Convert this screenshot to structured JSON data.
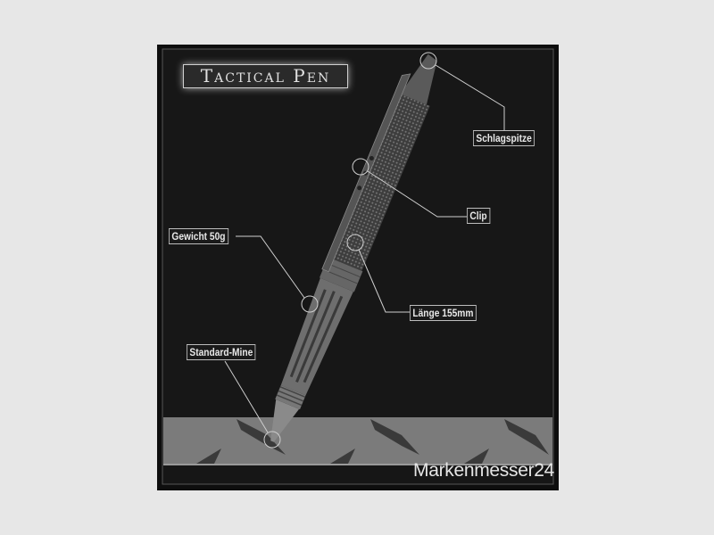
{
  "title": "Tactical Pen",
  "callouts": {
    "strike_tip": "Schlagspitze",
    "clip": "Clip",
    "weight": "Gewicht 50g",
    "length": "Länge 155mm",
    "refill": "Standard-Mine"
  },
  "brand": "Markenmesser24",
  "colors": {
    "background": "#161616",
    "frame": "#e7e7e7",
    "plate": "#7a7a7a"
  }
}
